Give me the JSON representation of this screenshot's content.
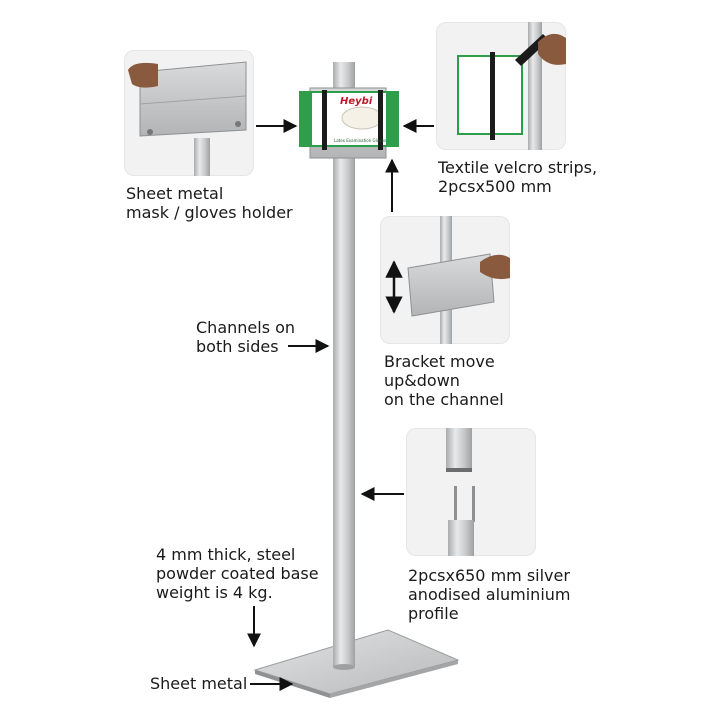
{
  "labels": {
    "holder": "Sheet metal\nmask / gloves holder",
    "velcro": "Textile velcro strips,\n2pcsx500 mm",
    "channels": "Channels on\nboth sides",
    "bracket": "Bracket move\nup&down\non the channel",
    "base": "4 mm thick, steel\npowder coated base\nweight is 4 kg.",
    "profile": "2pcsx650 mm silver\nanodised aluminium\nprofile",
    "sheet_metal": "Sheet metal"
  },
  "box": {
    "brand": "Heybi",
    "caption": "Latex Examination Gloves"
  },
  "colors": {
    "aluminium": "#c9cbcd",
    "box_green": "#2f9e4a",
    "strap": "#1b1b1b",
    "arrow": "#111111",
    "panel_bg": "#f2f2f2"
  }
}
